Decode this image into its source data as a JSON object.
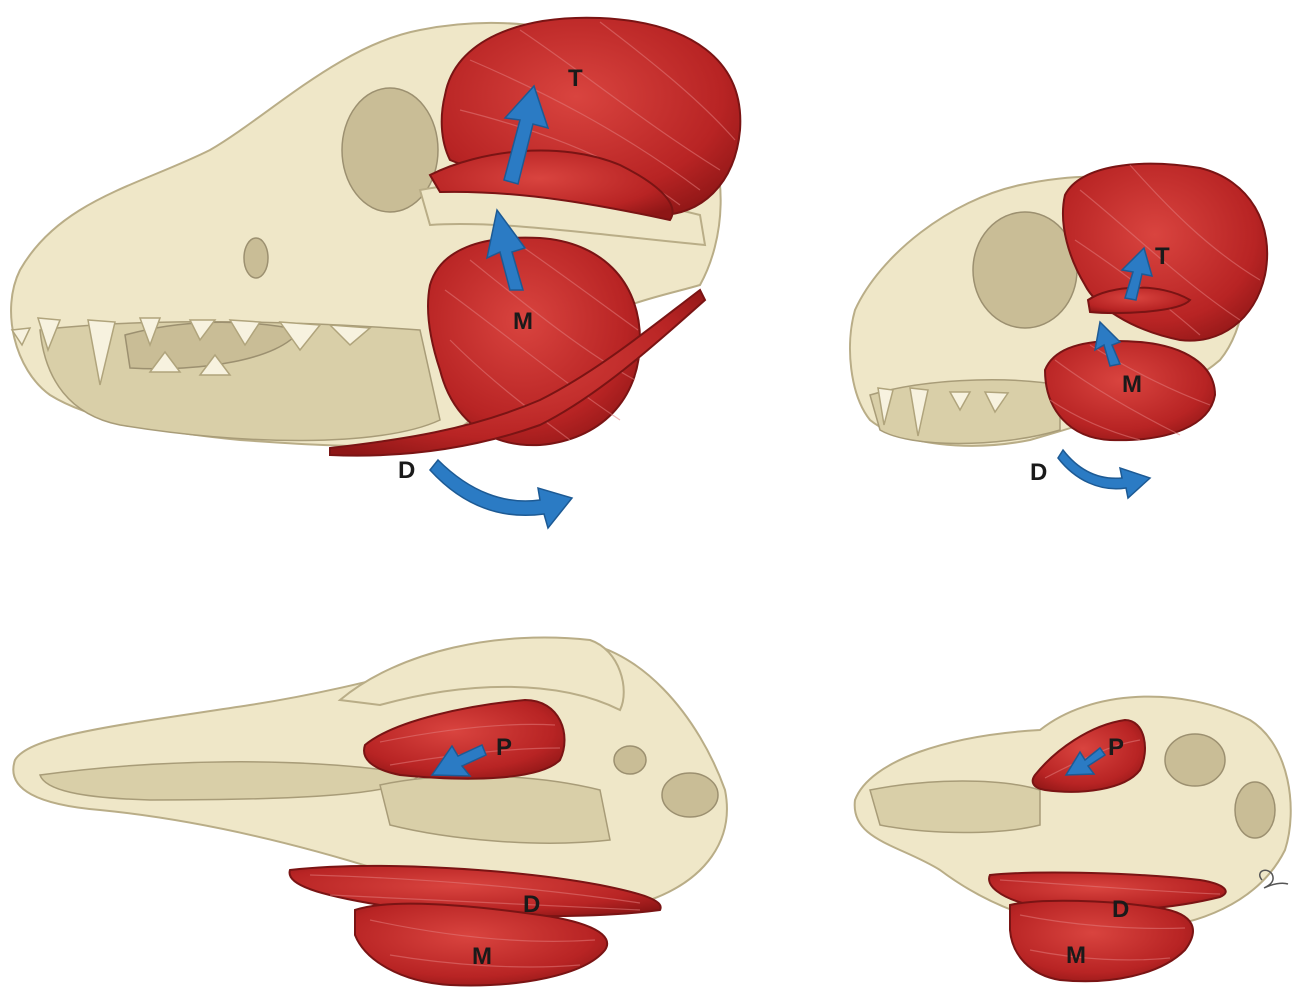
{
  "panels": {
    "dog_lateral": {
      "temporalis": "T",
      "masseter": "M",
      "digastricus": "D"
    },
    "cat_lateral": {
      "temporalis": "T",
      "masseter": "M",
      "digastricus": "D"
    },
    "dog_ventral": {
      "pterygoid": "P",
      "digastricus": "D",
      "masseter": "M"
    },
    "cat_ventral": {
      "pterygoid": "P",
      "digastricus": "D",
      "masseter": "M"
    }
  },
  "colors": {
    "bone": "#efe7c8",
    "muscle": "#c42a2a",
    "arrow": "#2b7bc4"
  },
  "icons": {
    "muscle_action": "blue-arrow-icon",
    "signature": "artist-signature"
  }
}
